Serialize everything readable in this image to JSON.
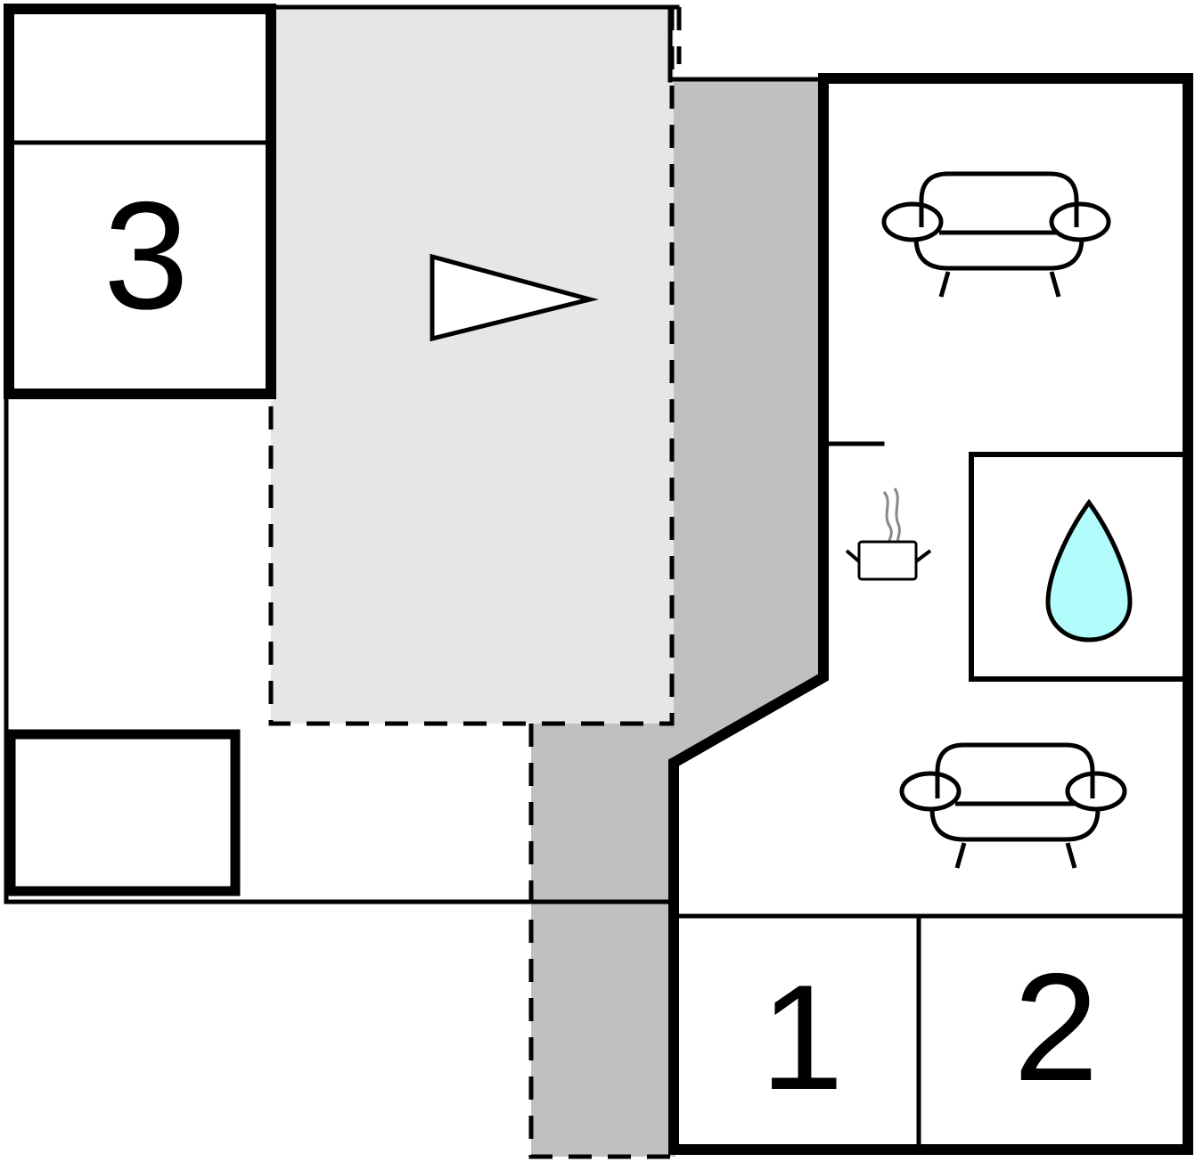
{
  "floorplan": {
    "rooms": [
      {
        "id": "bedroom-3",
        "label": "3"
      },
      {
        "id": "bedroom-1",
        "label": "1"
      },
      {
        "id": "bedroom-2",
        "label": "2"
      }
    ],
    "icons": {
      "sofa_top": "sofa-icon",
      "sofa_bottom": "sofa-icon",
      "bathroom": "water-drop-icon",
      "kitchen": "cooking-pot-icon",
      "compass": "direction-triangle-icon"
    },
    "colors": {
      "terrace_light": "#e6e6e6",
      "terrace_dark": "#c0c0c0",
      "water": "#b2fcfc",
      "wall": "#000000",
      "background": "#ffffff"
    }
  }
}
